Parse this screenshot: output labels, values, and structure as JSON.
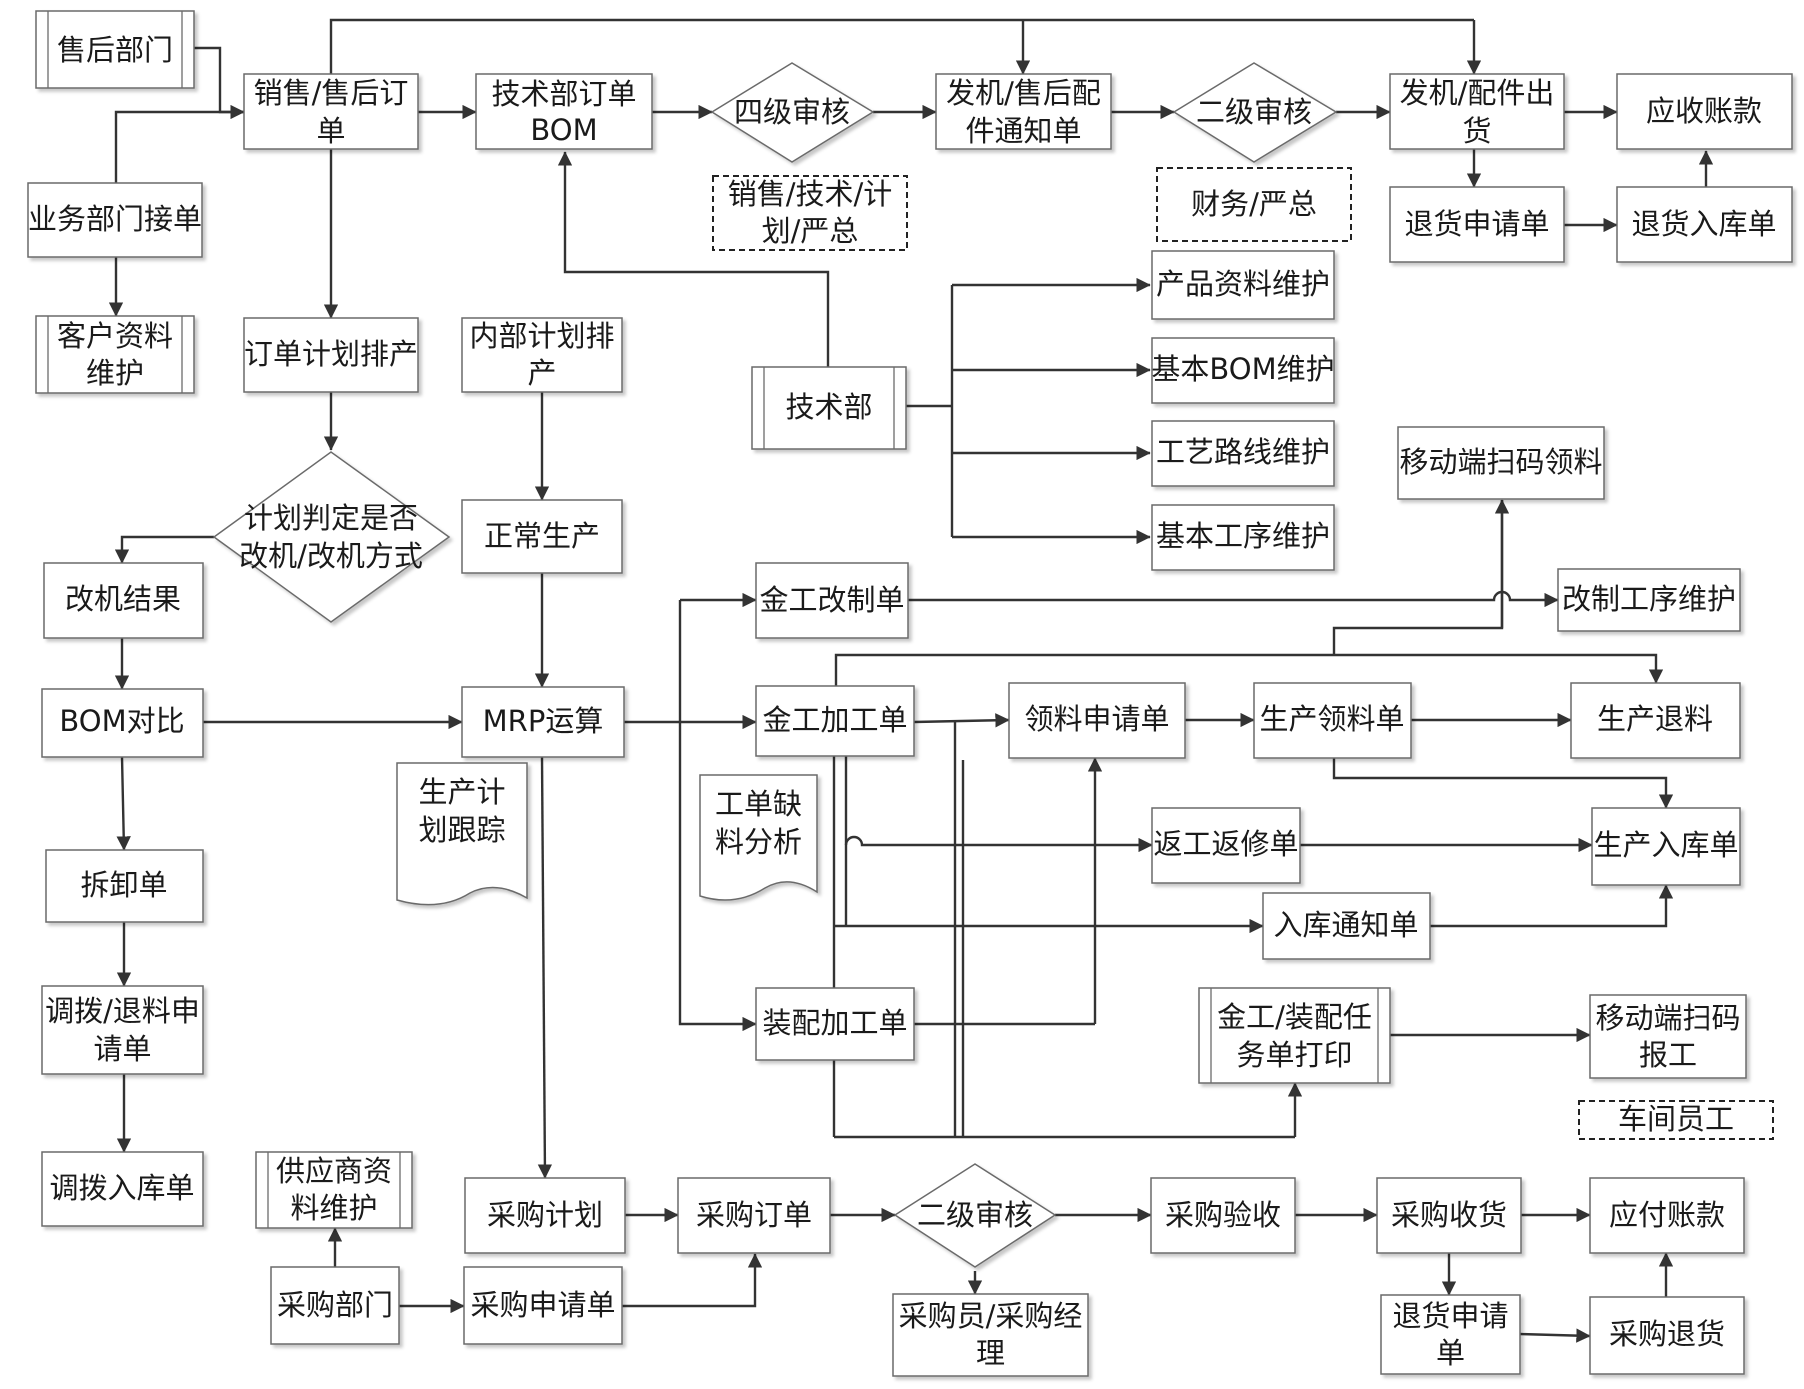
{
  "nodes": {
    "n_shouhou": "售后部门",
    "n_xiaoshou": "销售/售后订单",
    "n_jishuorder": "技术部订单BOM",
    "n_siji": "四级审核",
    "n_faji_tongzhi": "发机/售后配件通知单",
    "n_erji_top": "二级审核",
    "n_faji_chuhuo": "发机/配件出货",
    "n_yingshou": "应收账款",
    "n_note_xiaoshou": "销售/技术/计划/严总",
    "n_note_caiwu": "财务/严总",
    "n_tuihuo_sq_top": "退货申请单",
    "n_tuihuo_rk": "退货入库单",
    "n_yewu": "业务部门接单",
    "n_kehu": "客户资料维护",
    "n_dingdan_jihua": "订单计划排产",
    "n_neibu": "内部计划排产",
    "n_jishubu": "技术部",
    "n_chanpin": "产品资料维护",
    "n_jibenbom": "基本BOM维护",
    "n_gongyi": "工艺路线维护",
    "n_gongxu": "基本工序维护",
    "n_yidong_lingliao": "移动端扫码领料",
    "n_panding": "计划判定是否改机/改机方式",
    "n_zhengchang": "正常生产",
    "n_gaiji": "改机结果",
    "n_jingong_gaizhi": "金工改制单",
    "n_gaizhi_gongxu": "改制工序维护",
    "n_bom_duibi": "BOM对比",
    "n_mrp": "MRP运算",
    "n_jingong_jiagong": "金工加工单",
    "n_lingliao_sq": "领料申请单",
    "n_shengchan_lingliao": "生产领料单",
    "n_shengchan_tuiliao": "生产退料",
    "n_shengchan_genzong": "生产计划跟踪",
    "n_gongdan_queliao": "工单缺料分析",
    "n_fangong": "返工返修单",
    "n_shengchan_ruku": "生产入库单",
    "n_chaixie": "拆卸单",
    "n_ruku_tongzhi": "入库通知单",
    "n_diaobo_tuiliao": "调拨/退料申请单",
    "n_zhuangpei": "装配加工单",
    "n_renwudan": "金工/装配任务单打印",
    "n_yidong_baogong": "移动端扫码报工",
    "n_chejian": "车间员工",
    "n_diaobo_ruku": "调拨入库单",
    "n_gongyingshang": "供应商资料维护",
    "n_caigou_jihua": "采购计划",
    "n_caigou_dingdan": "采购订单",
    "n_erji_bottom": "二级审核",
    "n_caigou_yanshou": "采购验收",
    "n_caigou_shouhuo": "采购收货",
    "n_yingfu": "应付账款",
    "n_caigou_bumen": "采购部门",
    "n_caigou_shenqing": "采购申请单",
    "n_caigouyuan": "采购员/采购经理",
    "n_tuihuo_sq_bottom": "退货申请单",
    "n_caigou_tuihuo": "采购退货"
  },
  "colors": {
    "box_fill": "#ffffff",
    "box_stroke": "#6b6b6b",
    "edge": "#333333",
    "text": "#1a1a1a"
  }
}
